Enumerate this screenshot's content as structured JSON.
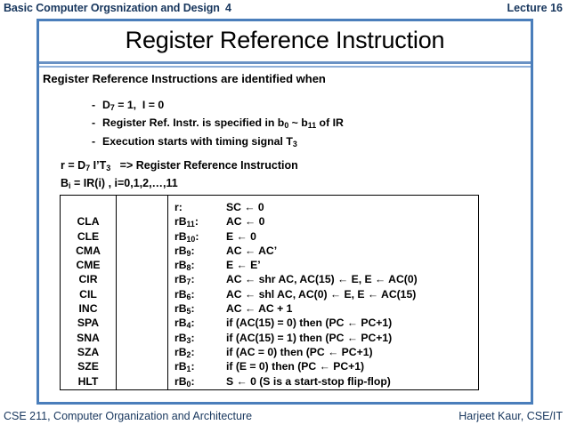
{
  "header": {
    "course_title": "Basic Computer Orgsnization and Design",
    "page_number": "4",
    "lecture_label": "Lecture 16"
  },
  "slide": {
    "title": "Register Reference Instruction",
    "intro": "Register Reference Instructions are identified when",
    "bullets": [
      "D7 = 1,  I = 0",
      "Register Ref. Instr. is specified in b0 ~ b11 of IR",
      "Execution starts with timing signal T3"
    ],
    "equations": [
      "r = D7 I’T3   => Register Reference Instruction",
      "Bi = IR(i) , i=0,1,2,…,11"
    ]
  },
  "table": {
    "columns": [
      "mnemonic",
      "register_bit",
      "operation"
    ],
    "rows": [
      {
        "mnemonic": "",
        "register_bit": "r:",
        "operation": "SC ← 0"
      },
      {
        "mnemonic": "CLA",
        "register_bit": "rB11:",
        "operation": "AC ← 0"
      },
      {
        "mnemonic": "CLE",
        "register_bit": "rB10:",
        "operation": "E ← 0"
      },
      {
        "mnemonic": "CMA",
        "register_bit": "rB9:",
        "operation": "AC ← AC’"
      },
      {
        "mnemonic": "CME",
        "register_bit": "rB8:",
        "operation": "E ← E’"
      },
      {
        "mnemonic": "CIR",
        "register_bit": "rB7:",
        "operation": "AC ← shr AC, AC(15) ← E, E ← AC(0)"
      },
      {
        "mnemonic": "CIL",
        "register_bit": "rB6:",
        "operation": "AC ← shl AC, AC(0) ← E, E ← AC(15)"
      },
      {
        "mnemonic": "INC",
        "register_bit": "rB5:",
        "operation": "AC ← AC + 1"
      },
      {
        "mnemonic": "SPA",
        "register_bit": "rB4:",
        "operation": "if (AC(15) = 0) then (PC ← PC+1)"
      },
      {
        "mnemonic": "SNA",
        "register_bit": "rB3:",
        "operation": "if (AC(15) = 1) then (PC ← PC+1)"
      },
      {
        "mnemonic": "SZA",
        "register_bit": "rB2:",
        "operation": "if (AC = 0) then (PC ← PC+1)"
      },
      {
        "mnemonic": "SZE",
        "register_bit": "rB1:",
        "operation": "if (E = 0) then (PC ← PC+1)"
      },
      {
        "mnemonic": "HLT",
        "register_bit": "rB0:",
        "operation": "S ← 0  (S is a start-stop flip-flop)"
      }
    ]
  },
  "footer": {
    "left": "CSE 211, Computer Organization and Architecture",
    "right": "Harjeet Kaur, CSE/IT"
  },
  "colors": {
    "frame_blue": "#4a7ebb",
    "rule_blue": "#6a92c4",
    "header_text": "#17365d",
    "body_text": "#000000"
  }
}
